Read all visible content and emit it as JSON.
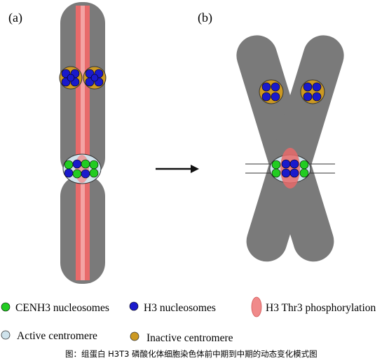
{
  "panels": {
    "a_label": "(a)",
    "b_label": "(b)"
  },
  "legend": {
    "cenh3": "CENH3 nucleosomes",
    "h3": "H3 nucleosomes",
    "phospho": "H3 Thr3 phosphorylation",
    "active": "Active centromere",
    "inactive": "Inactive centromere"
  },
  "caption": "图：组蛋白 H3T3 磷酸化体细胞染色体前中期到中期的动态变化模式图",
  "colors": {
    "chromatid": "#7a7a7a",
    "phospho_red": "#e86a6a",
    "phospho_fill": "#f08a8a",
    "cenh3_green": "#22cc22",
    "h3_blue": "#1a1acc",
    "inactive_gold": "#cc9922",
    "active_lightblue": "#cfe3ec",
    "arrow": "#111111"
  }
}
